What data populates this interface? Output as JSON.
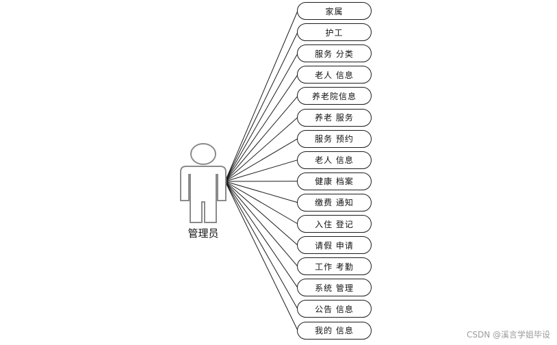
{
  "actor": {
    "label": "管理员",
    "icon": "person-icon"
  },
  "use_cases": [
    "家属",
    "护工",
    "服务 分类",
    "老人 信息",
    "养老院信息",
    "养老 服务",
    "服务 预约",
    "老人 信息",
    "健康 档案",
    "缴费 通知",
    "入住 登记",
    "请假 申请",
    "工作 考勤",
    "系统 管理",
    "公告 信息",
    "我的 信息"
  ],
  "watermark": "CSDN @溪言学姐毕设",
  "colors": {
    "line": "#1a1a1a",
    "actor_stroke": "#8a8a8a",
    "watermark": "#9b9b9b"
  }
}
